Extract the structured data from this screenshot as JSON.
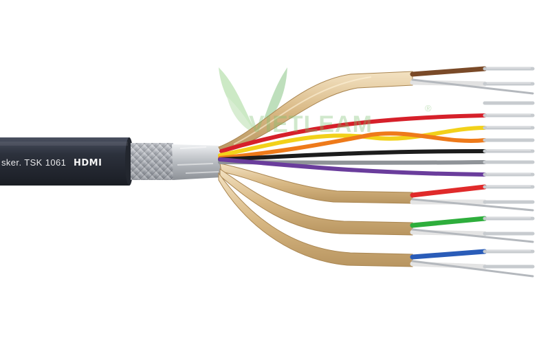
{
  "cable": {
    "jacket_print": "sker. TSK 1061",
    "hdmi_logo": "HDMI",
    "colors": {
      "jacket": "#2a2f3a",
      "braid": "#b9bcc2",
      "foil_gold": "#e2c79c",
      "copper": "#c7cbcf"
    }
  },
  "watermark": {
    "text": "VIETLEAM",
    "registered_mark": "®",
    "color": "#7cc06e"
  },
  "wires": [
    {
      "name": "brown",
      "color": "#7a4a28"
    },
    {
      "name": "white",
      "color": "#e8e8e8"
    },
    {
      "name": "red",
      "color": "#d6202a"
    },
    {
      "name": "yellow",
      "color": "#f2d11a"
    },
    {
      "name": "orange",
      "color": "#ee7a1a"
    },
    {
      "name": "black",
      "color": "#1c1c1c"
    },
    {
      "name": "grey",
      "color": "#8f9398"
    },
    {
      "name": "purple",
      "color": "#6a3d9c"
    },
    {
      "name": "red-pair",
      "color": "#e02a2a"
    },
    {
      "name": "green",
      "color": "#2eae3c"
    },
    {
      "name": "blue",
      "color": "#2a5cb8"
    }
  ]
}
